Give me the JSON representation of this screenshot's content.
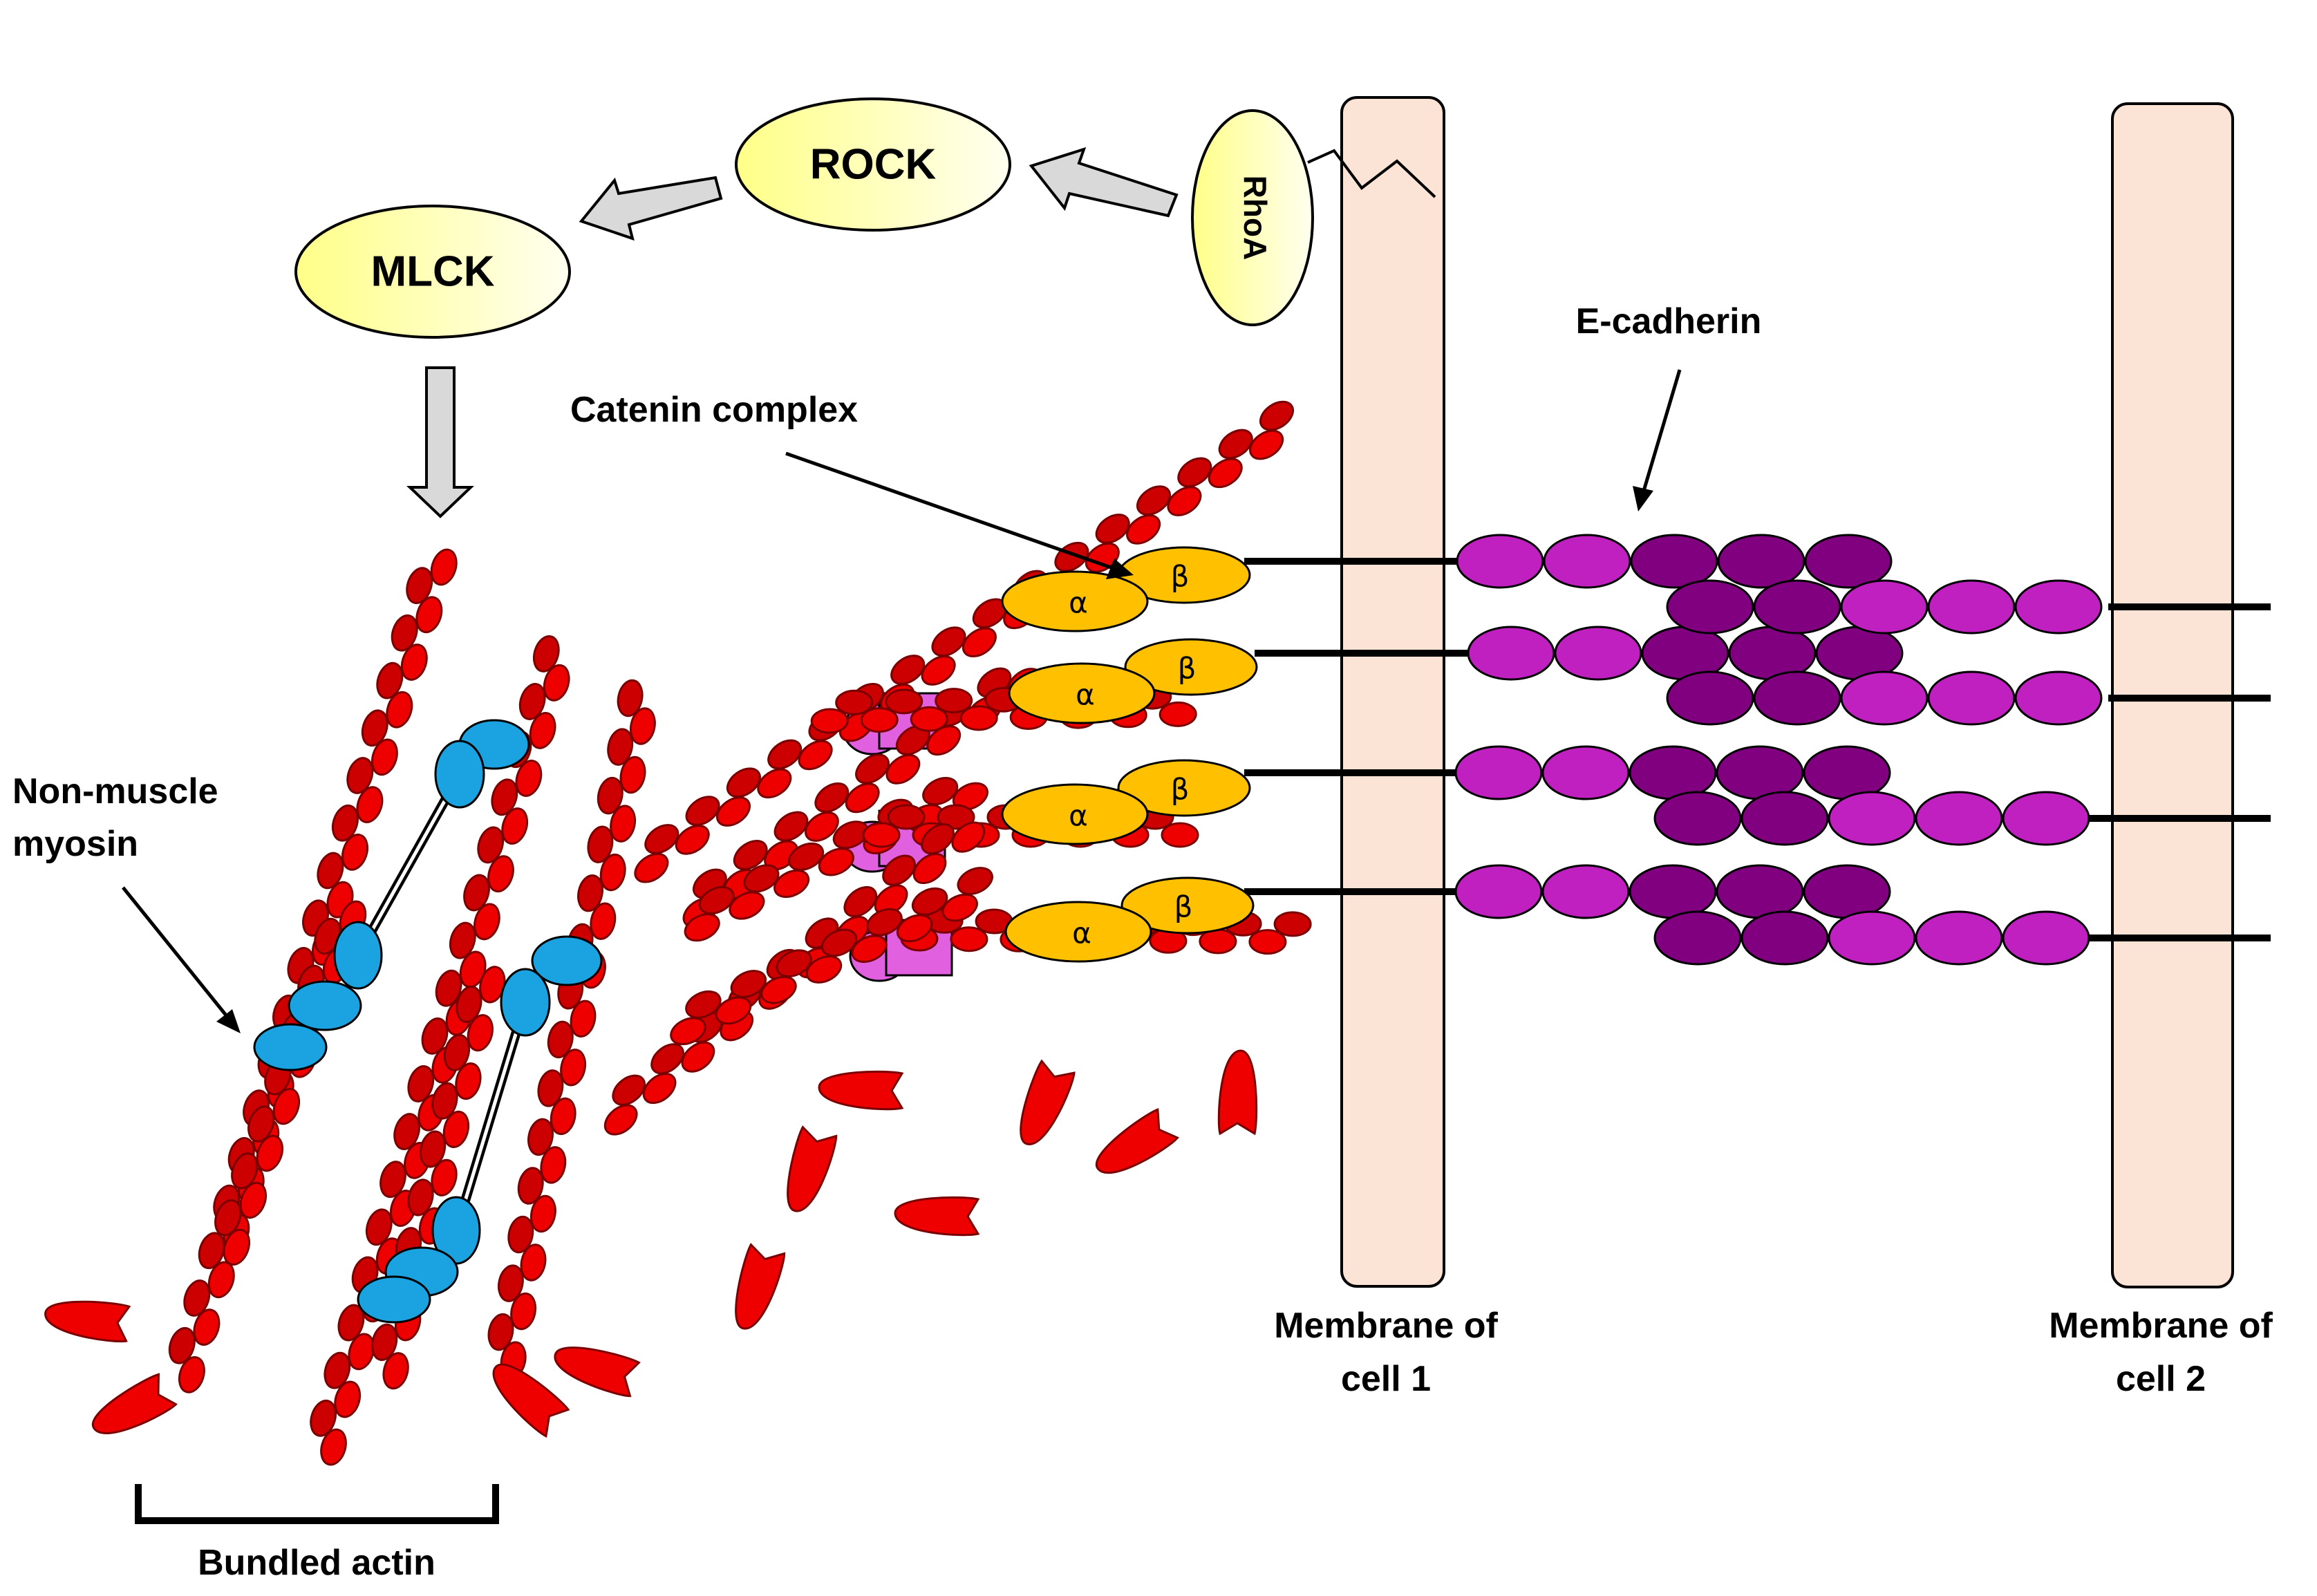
{
  "signaling": {
    "rhoa": "RhoA",
    "rock": "ROCK",
    "mlck": "MLCK"
  },
  "labels": {
    "catenin_complex": "Catenin complex",
    "e_cadherin": "E-cadherin",
    "non_muscle_myosin_line1": "Non-muscle",
    "non_muscle_myosin_line2": "myosin",
    "bundled_actin": "Bundled actin",
    "membrane_cell1_line1": "Membrane of",
    "membrane_cell1_line2": "cell 1",
    "membrane_cell2_line1": "Membrane of",
    "membrane_cell2_line2": "cell 2"
  },
  "catenin": {
    "alpha": "α",
    "beta": "β"
  },
  "colors": {
    "actin_fill": "#ee0000",
    "actin_dark": "#cc0000",
    "actin_stroke": "#7a0000",
    "myosin": "#1aa3e0",
    "catenin": "#ffc000",
    "kinase_fill": "#ffff99",
    "membrane": "#fbe3d6",
    "cadherin_dark": "#800080",
    "cadherin_light": "#bf20bf",
    "linker_pink": "#e060e0",
    "arrow_fill": "#d9d9d9"
  }
}
